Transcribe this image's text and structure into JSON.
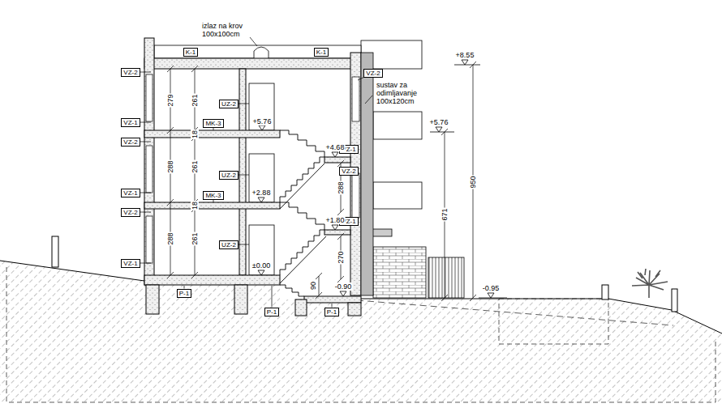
{
  "diagram": {
    "nodes": [
      {
        "text": [
          "K-1"
        ]
      },
      {
        "text": [
          "K-1"
        ]
      },
      {
        "text": [
          "VZ-2"
        ]
      },
      {
        "text": [
          "VZ-2"
        ]
      },
      {
        "text": [
          "UZ-2"
        ]
      },
      {
        "text": [
          "VZ-1"
        ]
      },
      {
        "text": [
          "MK-3"
        ]
      },
      {
        "text": [
          "VZ-2"
        ]
      },
      {
        "text": [
          "VZ-1"
        ]
      },
      {
        "text": [
          "VZ-2"
        ]
      },
      {
        "text": [
          "UZ-2"
        ]
      },
      {
        "text": [
          "VZ-1"
        ]
      },
      {
        "text": [
          "MK-3"
        ]
      },
      {
        "text": [
          "VZ-2"
        ]
      },
      {
        "text": [
          "VZ-1"
        ]
      },
      {
        "text": [
          "UZ-2"
        ]
      },
      {
        "text": [
          "VZ-1"
        ]
      },
      {
        "text": [
          "P-1"
        ]
      },
      {
        "text": [
          "P-1"
        ]
      },
      {
        "text": [
          "P-1"
        ]
      }
    ],
    "labels": [
      "izlaz na krov 100x100cm",
      "sustav za odimljavanje 100x120cm",
      "+8.55",
      "279",
      "261",
      "+5.76",
      "+5.76",
      "18",
      "+4.68",
      "288",
      "261",
      "950",
      "288",
      "+2.88",
      "18",
      "671",
      "+1.80",
      "288",
      "261",
      "270",
      "±0.00",
      "90",
      "-0.90",
      "-0.95"
    ]
  }
}
